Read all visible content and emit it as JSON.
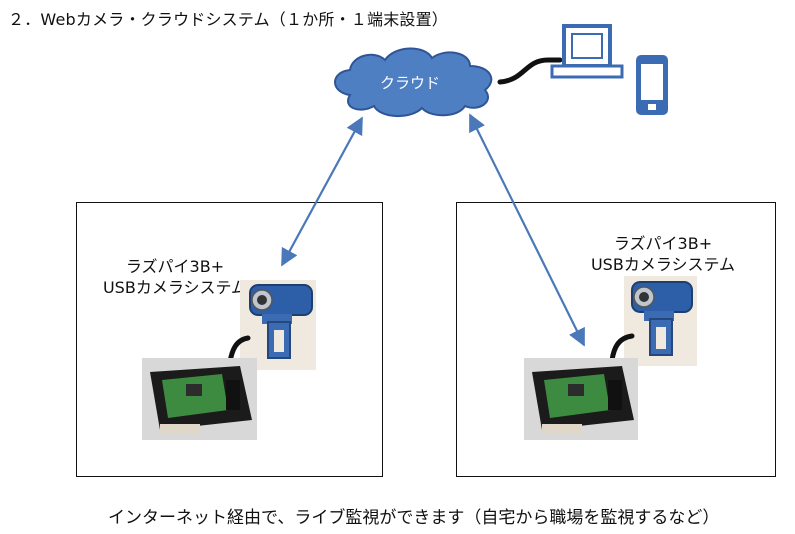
{
  "title": "２．Webカメラ・クラウドシステム（１か所・１端末設置）",
  "cloud": {
    "label": "クラウド"
  },
  "sites": [
    {
      "label_line1": "ラズパイ3B+",
      "label_line2": "USBカメラシステム"
    },
    {
      "label_line1": "ラズパイ3B+",
      "label_line2": "USBカメラシステム"
    }
  ],
  "caption": "インターネット経由で、ライブ監視ができます（自宅から職場を監視するなど）",
  "colors": {
    "cloud_fill": "#4f7fc3",
    "cloud_stroke": "#2f5597",
    "arrow": "#4a78b8",
    "device": "#3b6cb3",
    "cable": "#111111",
    "box_border": "#111111"
  },
  "icons": [
    "cloud-icon",
    "desktop-computer-icon",
    "smartphone-icon",
    "usb-webcam-icon",
    "raspberry-pi-case-icon"
  ]
}
